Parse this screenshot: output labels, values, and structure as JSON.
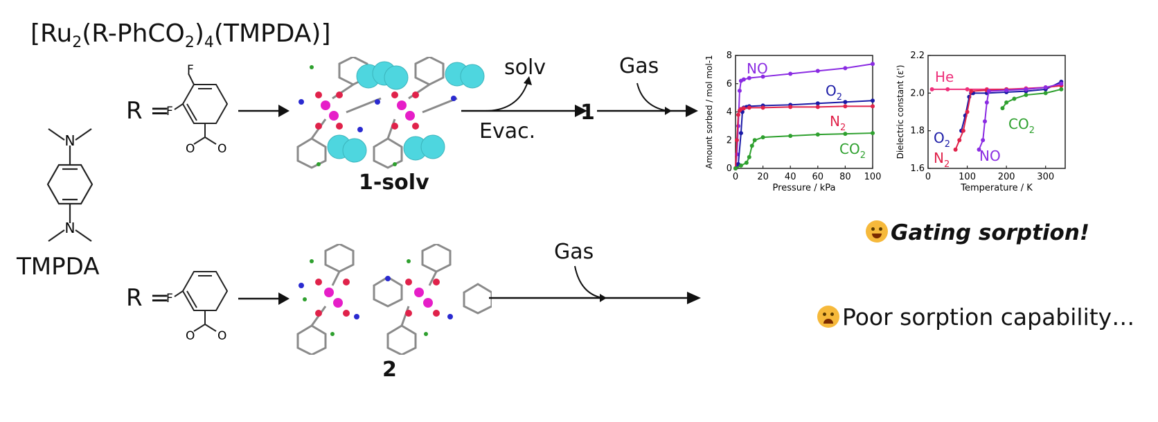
{
  "header": {
    "formula": "[Ru2(R-PhCO2)4(TMPDA)]"
  },
  "ligand": {
    "name": "TMPDA",
    "atom_n": "N"
  },
  "top_row": {
    "r_label": "R =",
    "atom_f1": "F",
    "atom_f2": "F",
    "atom_o1": "O",
    "atom_o2": "O",
    "structure_label": "1-solv",
    "solv_label": "solv",
    "evac_label": "Evac.",
    "product_label": "1",
    "gas_label": "Gas"
  },
  "bottom_row": {
    "r_label": "R =",
    "atom_f": "F",
    "atom_o1": "O",
    "atom_o2": "O",
    "structure_label": "2",
    "gas_label": "Gas",
    "result_text": "Poor sorption capability…"
  },
  "gating_text": "Gating sorption!",
  "colors": {
    "NO": "#8a2be2",
    "O2": "#1a1aa6",
    "N2": "#e0224a",
    "CO2": "#2ea02e",
    "He": "#ee2f7a"
  },
  "chart_data": [
    {
      "type": "line",
      "xlabel": "Pressure / kPa",
      "ylabel": "Amount sorbed / mol mol-1",
      "xlim": [
        0,
        100
      ],
      "ylim": [
        0,
        8
      ],
      "xticks": [
        "0",
        "20",
        "40",
        "60",
        "80",
        "100"
      ],
      "yticks": [
        "0",
        "2",
        "4",
        "6",
        "8"
      ],
      "series": [
        {
          "name": "NO",
          "label": "NO",
          "color": "#8a2be2",
          "x": [
            0,
            1,
            2,
            3,
            4,
            6,
            10,
            20,
            40,
            60,
            80,
            100
          ],
          "y": [
            0,
            1.0,
            3.0,
            5.5,
            6.2,
            6.3,
            6.4,
            6.5,
            6.7,
            6.9,
            7.1,
            7.4
          ]
        },
        {
          "name": "O2",
          "label": "O",
          "sub": "2",
          "color": "#1a1aa6",
          "x": [
            0,
            2,
            4,
            5,
            6,
            8,
            10,
            20,
            40,
            60,
            80,
            100
          ],
          "y": [
            0,
            0.3,
            2.5,
            4.0,
            4.3,
            4.35,
            4.4,
            4.45,
            4.5,
            4.6,
            4.7,
            4.8
          ]
        },
        {
          "name": "N2",
          "label": "N",
          "sub": "2",
          "color": "#e0224a",
          "x": [
            0,
            1,
            2,
            3,
            4,
            6,
            10,
            20,
            40,
            60,
            80,
            100
          ],
          "y": [
            0,
            2.0,
            3.8,
            4.1,
            4.2,
            4.25,
            4.3,
            4.3,
            4.35,
            4.35,
            4.4,
            4.4
          ]
        },
        {
          "name": "CO2",
          "label": "CO",
          "sub": "2",
          "color": "#2ea02e",
          "x": [
            0,
            4,
            8,
            10,
            12,
            14,
            20,
            40,
            60,
            80,
            100
          ],
          "y": [
            0,
            0.2,
            0.4,
            0.8,
            1.6,
            2.0,
            2.2,
            2.3,
            2.4,
            2.45,
            2.5
          ]
        }
      ]
    },
    {
      "type": "line",
      "xlabel": "Temperature / K",
      "ylabel": "Dielectric constant (ε')",
      "xlim": [
        0,
        350
      ],
      "ylim": [
        1.6,
        2.2
      ],
      "xticks": [
        "0",
        "100",
        "200",
        "300"
      ],
      "yticks": [
        "1.6",
        "1.8",
        "2.0",
        "2.2"
      ],
      "series": [
        {
          "name": "He",
          "label": "He",
          "color": "#ee2f7a",
          "x": [
            10,
            50,
            100,
            150,
            200,
            250,
            300,
            340
          ],
          "y": [
            2.02,
            2.02,
            2.02,
            2.02,
            2.02,
            2.025,
            2.03,
            2.04
          ]
        },
        {
          "name": "O2",
          "label": "O",
          "sub": "2",
          "color": "#1a1aa6",
          "x": [
            85,
            95,
            105,
            110,
            115,
            150,
            200,
            250,
            300,
            340
          ],
          "y": [
            1.8,
            1.88,
            1.98,
            2.0,
            2.0,
            2.0,
            2.005,
            2.01,
            2.02,
            2.06
          ]
        },
        {
          "name": "N2",
          "label": "N",
          "sub": "2",
          "color": "#e0224a",
          "x": [
            70,
            80,
            90,
            100,
            110,
            150,
            200,
            250,
            300,
            340
          ],
          "y": [
            1.7,
            1.75,
            1.8,
            1.9,
            2.01,
            2.015,
            2.02,
            2.02,
            2.03,
            2.04
          ]
        },
        {
          "name": "NO",
          "label": "NO",
          "color": "#8a2be2",
          "x": [
            130,
            140,
            145,
            150,
            155,
            200,
            250,
            300,
            340
          ],
          "y": [
            1.7,
            1.75,
            1.85,
            1.95,
            2.01,
            2.015,
            2.02,
            2.03,
            2.05
          ]
        },
        {
          "name": "CO2",
          "label": "CO",
          "sub": "2",
          "color": "#2ea02e",
          "x": [
            190,
            200,
            220,
            250,
            300,
            340
          ],
          "y": [
            1.92,
            1.95,
            1.97,
            1.99,
            2.0,
            2.02
          ]
        }
      ]
    }
  ]
}
